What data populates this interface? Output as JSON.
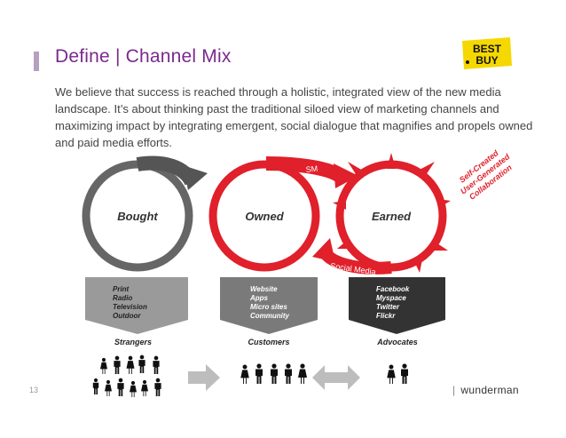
{
  "title": "Define | Channel Mix",
  "intro": "We believe that success is reached through a holistic, integrated view of the new media landscape. It’s about thinking past the traditional siloed view of marketing channels and maximizing impact by integrating emergent, social dialogue that magnifies and propels owned and paid media efforts.",
  "logo": {
    "line1": "BEST",
    "line2": "BUY"
  },
  "circles": [
    {
      "label": "Bought",
      "color": "#666666"
    },
    {
      "label": "Owned",
      "color": "#e0202a"
    },
    {
      "label": "Earned",
      "color": "#e0202a"
    }
  ],
  "arrow_labels": {
    "sm": "SM",
    "social_media": "Social Media"
  },
  "earned_note": [
    "Self-Created",
    "User-Generated",
    "Collaboration"
  ],
  "boxes": [
    {
      "items": [
        "Print",
        "Radio",
        "Television",
        "Outdoor"
      ],
      "color": "#9a9a9a"
    },
    {
      "items": [
        "Website",
        "Apps",
        "Micro sites",
        "Community"
      ],
      "color": "#7a7a7a"
    },
    {
      "items": [
        "Facebook",
        "Myspace",
        "Twitter",
        "Flickr"
      ],
      "color": "#333333"
    }
  ],
  "audiences": [
    "Strangers",
    "Customers",
    "Advocates"
  ],
  "page_number": "13",
  "brand": "wunderman",
  "colors": {
    "title": "#7a2a8c",
    "red": "#e0202a",
    "grey": "#666666"
  }
}
